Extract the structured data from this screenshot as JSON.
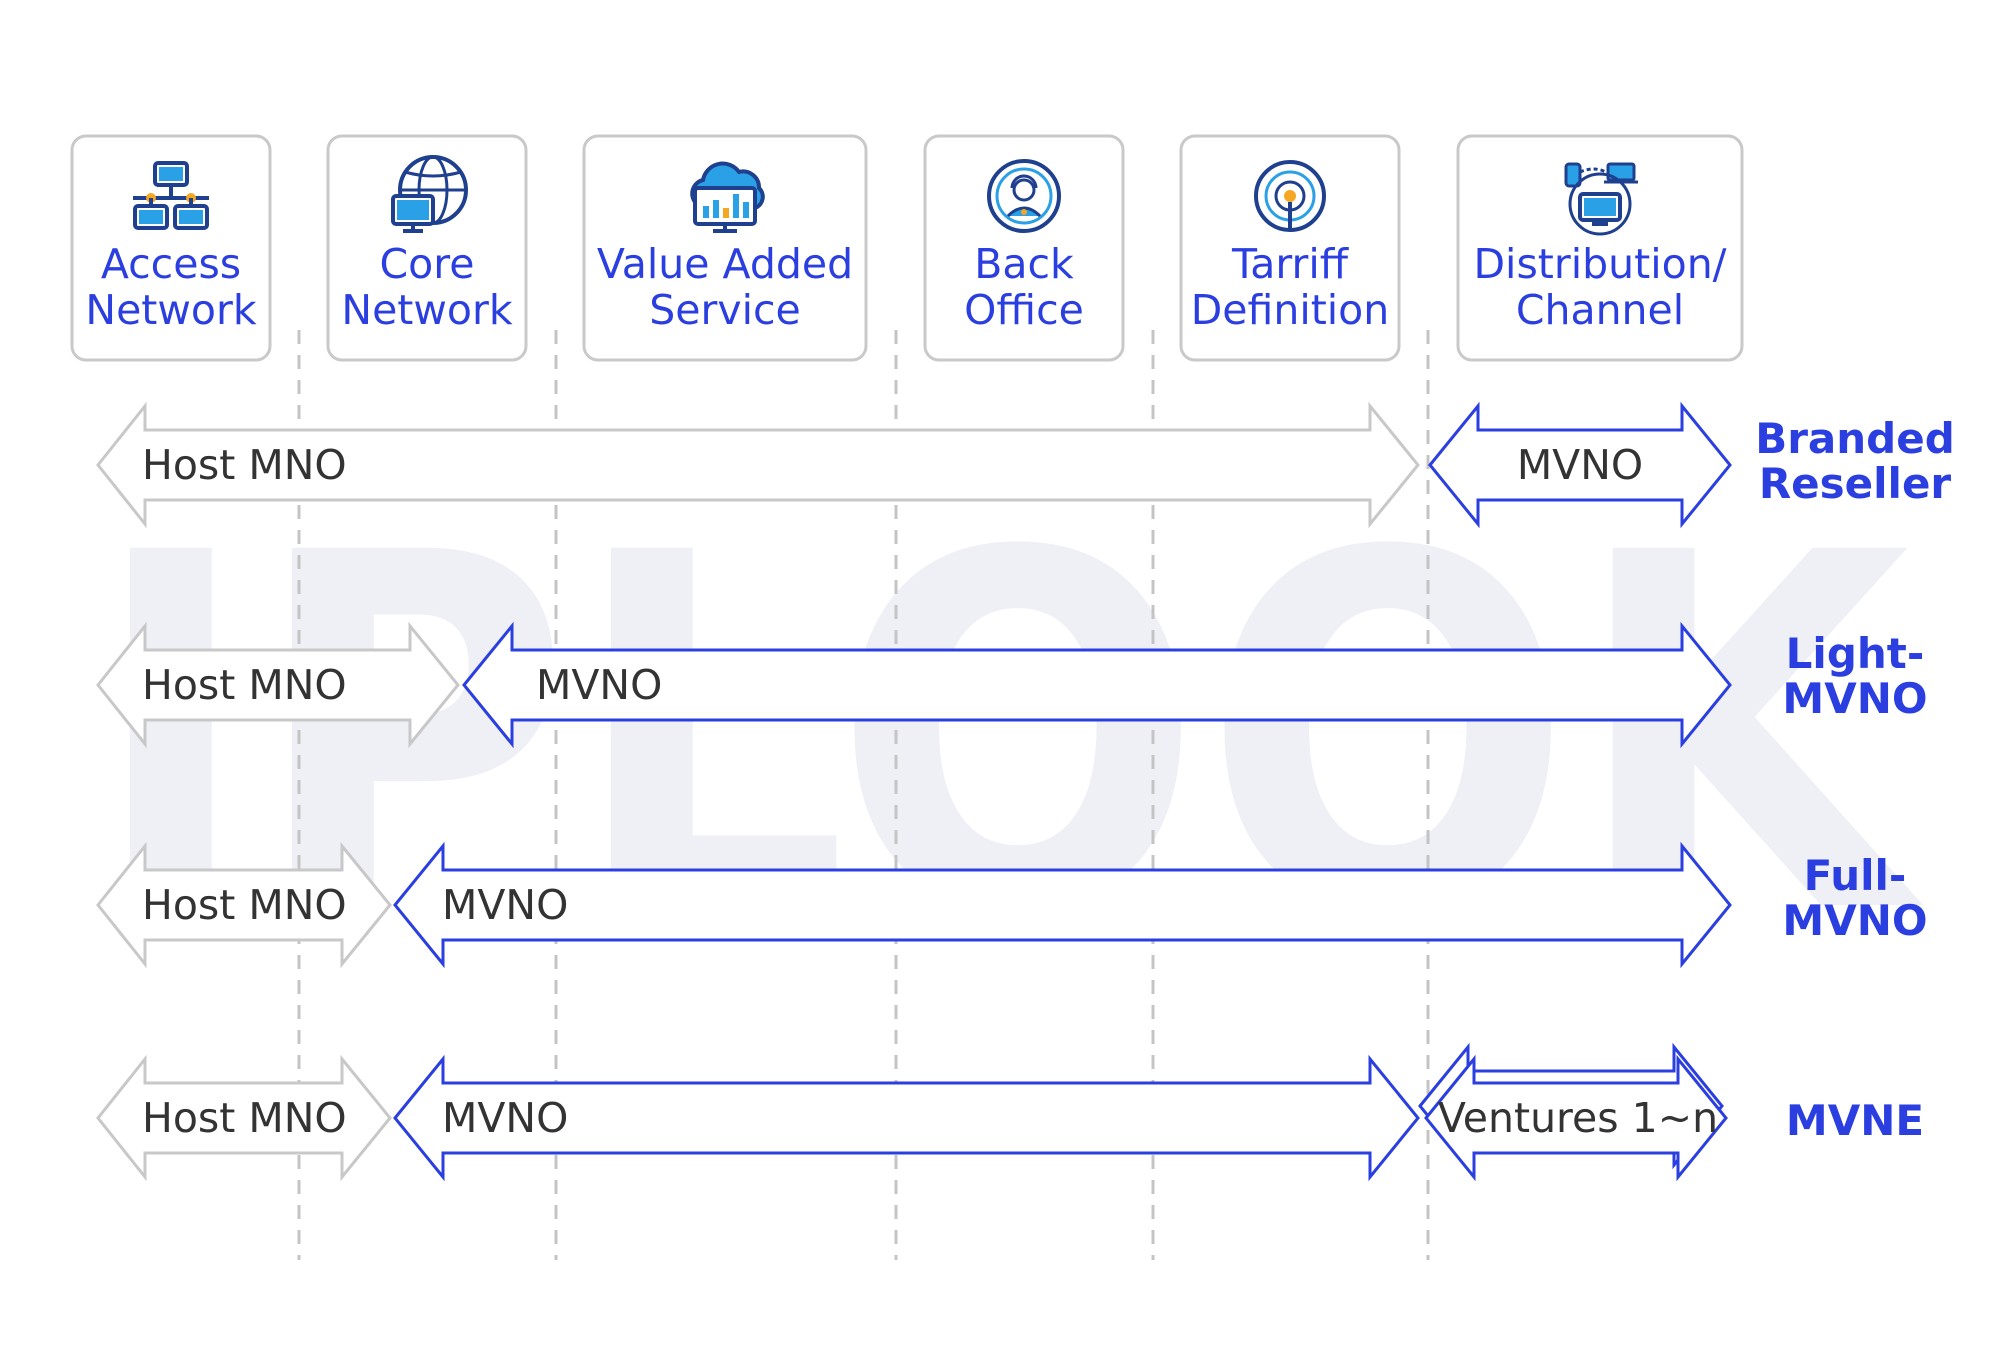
{
  "watermark": "IPLOOK",
  "columns": [
    {
      "lines": [
        "Access",
        "Network"
      ],
      "icon": "network-topology-icon"
    },
    {
      "lines": [
        "Core",
        "Network"
      ],
      "icon": "globe-monitor-icon"
    },
    {
      "lines": [
        "Value Added",
        "Service"
      ],
      "icon": "cloud-dashboard-icon"
    },
    {
      "lines": [
        "Back",
        "Office"
      ],
      "icon": "support-agent-icon"
    },
    {
      "lines": [
        "Tarriff",
        "Definition"
      ],
      "icon": "broadcast-antenna-icon"
    },
    {
      "lines": [
        "Distribution/",
        "Channel"
      ],
      "icon": "multi-device-icon"
    }
  ],
  "rows": [
    {
      "label": [
        "Branded",
        "Reseller"
      ],
      "arrows": [
        {
          "text": "Host MNO",
          "style": "grey"
        },
        {
          "text": "MVNO",
          "style": "blue"
        }
      ]
    },
    {
      "label": [
        "Light-",
        "MVNO"
      ],
      "arrows": [
        {
          "text": "Host MNO",
          "style": "grey"
        },
        {
          "text": "MVNO",
          "style": "blue"
        }
      ]
    },
    {
      "label": [
        "Full-",
        "MVNO"
      ],
      "arrows": [
        {
          "text": "Host MNO",
          "style": "grey"
        },
        {
          "text": "MVNO",
          "style": "blue"
        }
      ]
    },
    {
      "label": [
        "MVNE"
      ],
      "arrows": [
        {
          "text": "Host MNO",
          "style": "grey"
        },
        {
          "text": "MVNO",
          "style": "blue"
        },
        {
          "text": "Ventures 1~n",
          "style": "blue"
        }
      ]
    }
  ],
  "colors": {
    "accent": "#2b3fe0",
    "grey": "#c8c8c8",
    "text": "#333333",
    "icon_dark": "#1f3f8f",
    "icon_light": "#2aa0e6"
  }
}
